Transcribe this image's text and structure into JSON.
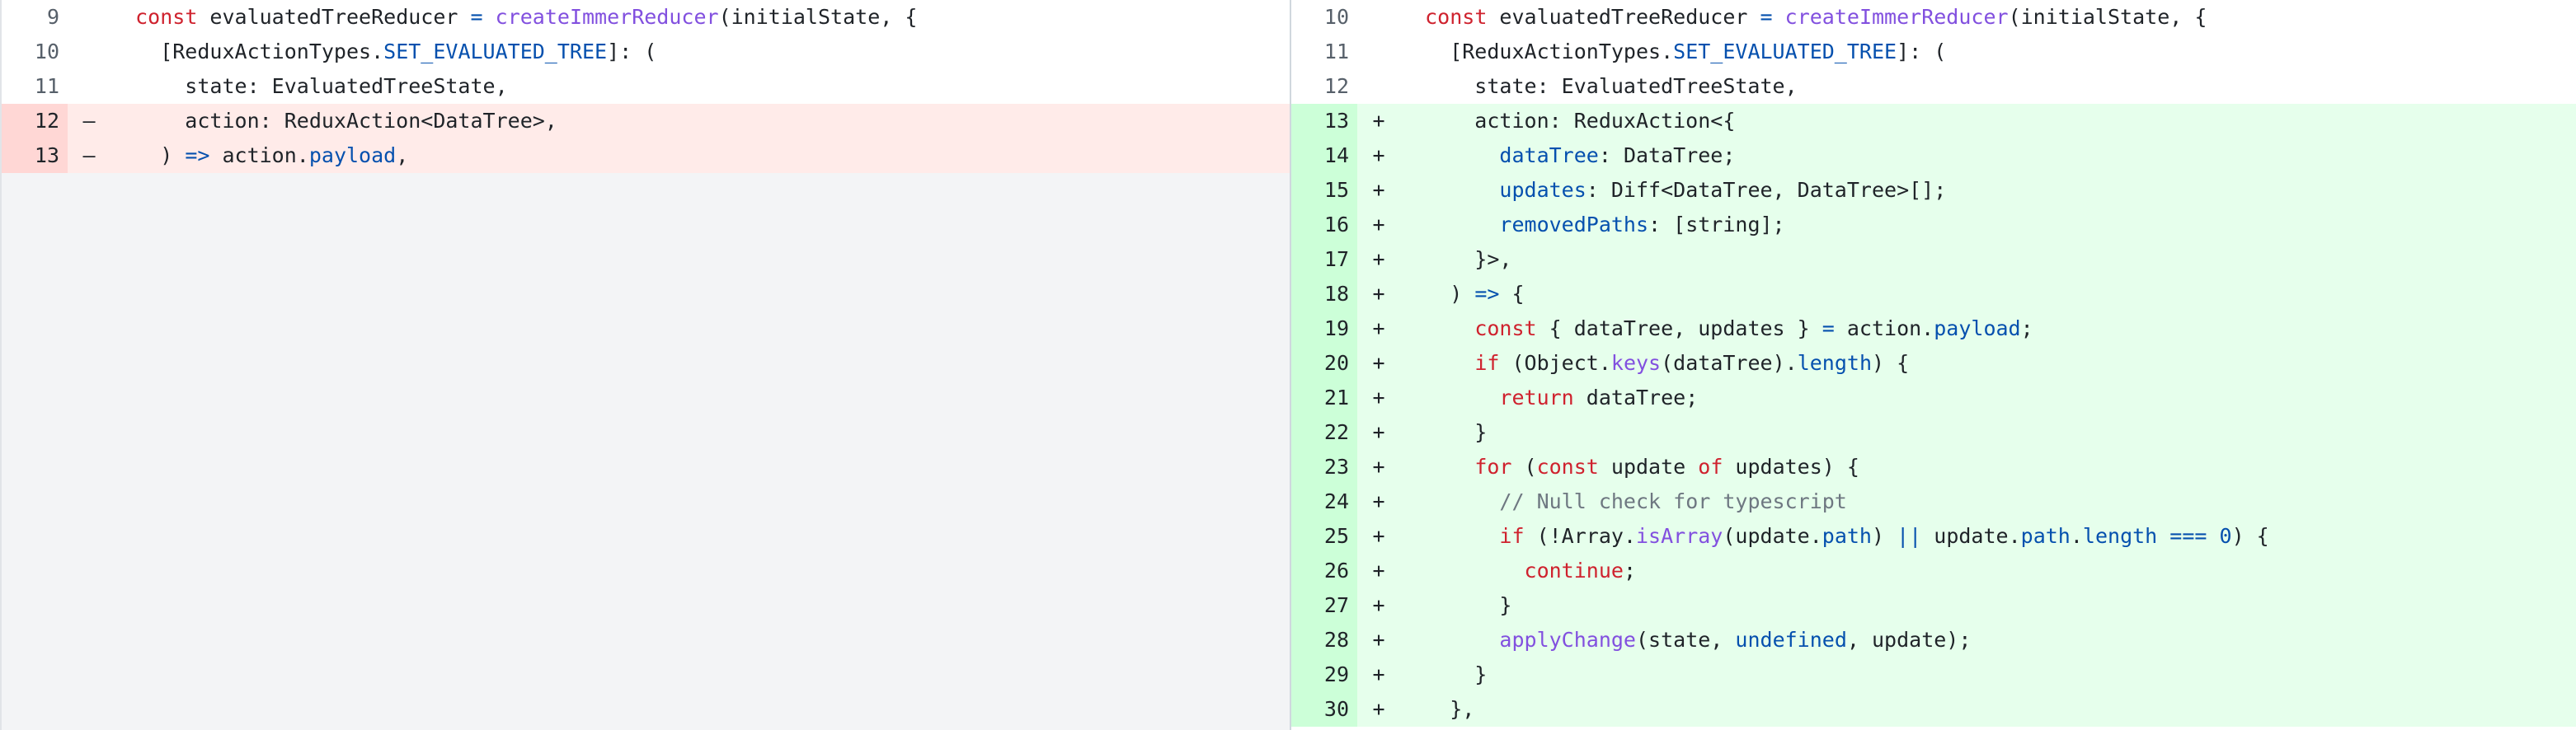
{
  "diff": {
    "left_rows": [
      {
        "num": "9",
        "type": "ctx",
        "marker": "",
        "tokens": [
          {
            "t": "  "
          },
          {
            "t": "const",
            "c": "k"
          },
          {
            "t": " evaluatedTreeReducer "
          },
          {
            "t": "=",
            "c": "c"
          },
          {
            "t": " "
          },
          {
            "t": "createImmerReducer",
            "c": "f"
          },
          {
            "t": "(initialState, {"
          }
        ]
      },
      {
        "num": "10",
        "type": "ctx",
        "marker": "",
        "tokens": [
          {
            "t": "    [ReduxActionTypes."
          },
          {
            "t": "SET_EVALUATED_TREE",
            "c": "c"
          },
          {
            "t": "]: ("
          }
        ]
      },
      {
        "num": "11",
        "type": "ctx",
        "marker": "",
        "tokens": [
          {
            "t": "      state: EvaluatedTreeState,"
          }
        ]
      },
      {
        "num": "12",
        "type": "del",
        "marker": "–",
        "tokens": [
          {
            "t": "      action: ReduxAction<DataTree>,"
          }
        ]
      },
      {
        "num": "13",
        "type": "del",
        "marker": "–",
        "tokens": [
          {
            "t": "    ) "
          },
          {
            "t": "=>",
            "c": "c"
          },
          {
            "t": " action."
          },
          {
            "t": "payload",
            "c": "c"
          },
          {
            "t": ","
          }
        ]
      }
    ],
    "right_rows": [
      {
        "num": "10",
        "type": "ctx",
        "marker": "",
        "tokens": [
          {
            "t": "  "
          },
          {
            "t": "const",
            "c": "k"
          },
          {
            "t": " evaluatedTreeReducer "
          },
          {
            "t": "=",
            "c": "c"
          },
          {
            "t": " "
          },
          {
            "t": "createImmerReducer",
            "c": "f"
          },
          {
            "t": "(initialState, {"
          }
        ]
      },
      {
        "num": "11",
        "type": "ctx",
        "marker": "",
        "tokens": [
          {
            "t": "    [ReduxActionTypes."
          },
          {
            "t": "SET_EVALUATED_TREE",
            "c": "c"
          },
          {
            "t": "]: ("
          }
        ]
      },
      {
        "num": "12",
        "type": "ctx",
        "marker": "",
        "tokens": [
          {
            "t": "      state: EvaluatedTreeState,"
          }
        ]
      },
      {
        "num": "13",
        "type": "add",
        "marker": "+",
        "tokens": [
          {
            "t": "      action: ReduxAction<{"
          }
        ]
      },
      {
        "num": "14",
        "type": "add",
        "marker": "+",
        "tokens": [
          {
            "t": "        "
          },
          {
            "t": "dataTree",
            "c": "c"
          },
          {
            "t": ": DataTree;"
          }
        ]
      },
      {
        "num": "15",
        "type": "add",
        "marker": "+",
        "tokens": [
          {
            "t": "        "
          },
          {
            "t": "updates",
            "c": "c"
          },
          {
            "t": ": Diff<DataTree, DataTree>[];"
          }
        ]
      },
      {
        "num": "16",
        "type": "add",
        "marker": "+",
        "tokens": [
          {
            "t": "        "
          },
          {
            "t": "removedPaths",
            "c": "c"
          },
          {
            "t": ": [string];"
          }
        ]
      },
      {
        "num": "17",
        "type": "add",
        "marker": "+",
        "tokens": [
          {
            "t": "      }>,"
          }
        ]
      },
      {
        "num": "18",
        "type": "add",
        "marker": "+",
        "tokens": [
          {
            "t": "    ) "
          },
          {
            "t": "=>",
            "c": "c"
          },
          {
            "t": " {"
          }
        ]
      },
      {
        "num": "19",
        "type": "add",
        "marker": "+",
        "tokens": [
          {
            "t": "      "
          },
          {
            "t": "const",
            "c": "k"
          },
          {
            "t": " { dataTree, updates } "
          },
          {
            "t": "=",
            "c": "c"
          },
          {
            "t": " action."
          },
          {
            "t": "payload",
            "c": "c"
          },
          {
            "t": ";"
          }
        ]
      },
      {
        "num": "20",
        "type": "add",
        "marker": "+",
        "tokens": [
          {
            "t": "      "
          },
          {
            "t": "if",
            "c": "k"
          },
          {
            "t": " (Object."
          },
          {
            "t": "keys",
            "c": "f"
          },
          {
            "t": "(dataTree)."
          },
          {
            "t": "length",
            "c": "c"
          },
          {
            "t": ") {"
          }
        ]
      },
      {
        "num": "21",
        "type": "add",
        "marker": "+",
        "tokens": [
          {
            "t": "        "
          },
          {
            "t": "return",
            "c": "k"
          },
          {
            "t": " dataTree;"
          }
        ]
      },
      {
        "num": "22",
        "type": "add",
        "marker": "+",
        "tokens": [
          {
            "t": "      }"
          }
        ]
      },
      {
        "num": "23",
        "type": "add",
        "marker": "+",
        "tokens": [
          {
            "t": "      "
          },
          {
            "t": "for",
            "c": "k"
          },
          {
            "t": " ("
          },
          {
            "t": "const",
            "c": "k"
          },
          {
            "t": " update "
          },
          {
            "t": "of",
            "c": "k"
          },
          {
            "t": " updates) {"
          }
        ]
      },
      {
        "num": "24",
        "type": "add",
        "marker": "+",
        "tokens": [
          {
            "t": "        "
          },
          {
            "t": "// Null check for typescript",
            "c": "cm"
          }
        ]
      },
      {
        "num": "25",
        "type": "add",
        "marker": "+",
        "tokens": [
          {
            "t": "        "
          },
          {
            "t": "if",
            "c": "k"
          },
          {
            "t": " (!Array."
          },
          {
            "t": "isArray",
            "c": "f"
          },
          {
            "t": "(update."
          },
          {
            "t": "path",
            "c": "c"
          },
          {
            "t": ") "
          },
          {
            "t": "||",
            "c": "c"
          },
          {
            "t": " update."
          },
          {
            "t": "path",
            "c": "c"
          },
          {
            "t": "."
          },
          {
            "t": "length",
            "c": "c"
          },
          {
            "t": " "
          },
          {
            "t": "===",
            "c": "c"
          },
          {
            "t": " "
          },
          {
            "t": "0",
            "c": "c"
          },
          {
            "t": ") {"
          }
        ]
      },
      {
        "num": "26",
        "type": "add",
        "marker": "+",
        "tokens": [
          {
            "t": "          "
          },
          {
            "t": "continue",
            "c": "k"
          },
          {
            "t": ";"
          }
        ]
      },
      {
        "num": "27",
        "type": "add",
        "marker": "+",
        "tokens": [
          {
            "t": "        }"
          }
        ]
      },
      {
        "num": "28",
        "type": "add",
        "marker": "+",
        "tokens": [
          {
            "t": "        "
          },
          {
            "t": "applyChange",
            "c": "f"
          },
          {
            "t": "(state, "
          },
          {
            "t": "undefined",
            "c": "c"
          },
          {
            "t": ", update);"
          }
        ]
      },
      {
        "num": "29",
        "type": "add",
        "marker": "+",
        "tokens": [
          {
            "t": "      }"
          }
        ]
      },
      {
        "num": "30",
        "type": "add",
        "marker": "+",
        "tokens": [
          {
            "t": "    },"
          }
        ]
      }
    ]
  }
}
